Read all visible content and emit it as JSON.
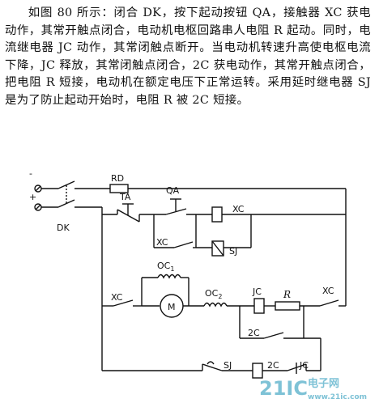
{
  "paragraph": "如图 80 所示：闭合 DK，按下起动按钮 QA，接触器 XC 获电动作，其常开触点闭合，电动机电枢回路串人电阻 R 起动。同时，电流继电器 JC 动作，其常闭触点断开。当电动机转速升高使电枢电流下降，JC 释放，其常闭触点闭合，2C 获电动作，其常开触点闭合，把电阻 R 短接，电动机在额定电压下正常运转。采用延时继电器 SJ 是为了防止起动开始时，电阻 R 被 2C 短接。",
  "diagram": {
    "terminal_minus": "-",
    "terminal_plus": "+",
    "rd": "RD",
    "dk": "DK",
    "ta": "TA",
    "qa": "QA",
    "xc_coil": "XC",
    "xc_contact_hold": "XC",
    "sj_coil": "SJ",
    "oc1": "OC",
    "oc1_sub": "1",
    "xc_contact_main": "XC",
    "motor": "M",
    "oc2": "OC",
    "oc2_sub": "2",
    "jc_coil": "JC",
    "r": "R",
    "xc_contact_right": "XC",
    "c2_contact": "2C",
    "sj_contact": "SJ",
    "c2_coil": "2C",
    "jc_contact": "JC"
  },
  "watermark": {
    "brand": "21IC",
    "cn": "电子网",
    "url": "www.21ic.com"
  }
}
